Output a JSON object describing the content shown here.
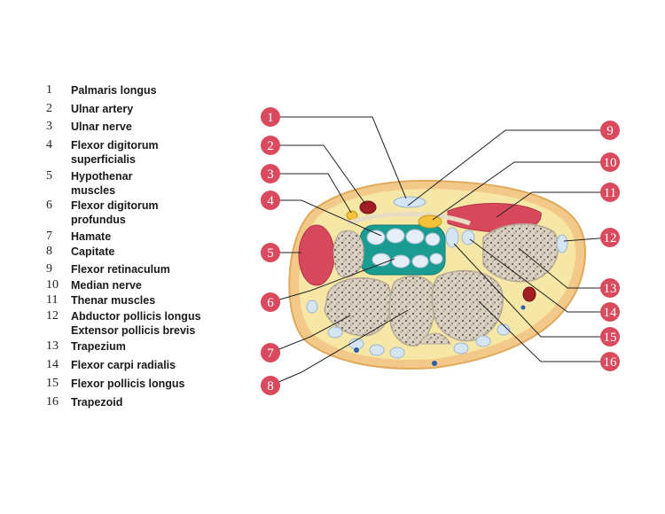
{
  "legend": [
    {
      "num": "1",
      "lines": [
        "Palmaris longus"
      ]
    },
    {
      "num": "2",
      "lines": [
        "Ulnar artery"
      ]
    },
    {
      "num": "3",
      "lines": [
        "Ulnar nerve"
      ]
    },
    {
      "num": "4",
      "lines": [
        "Flexor digitorum",
        "superficialis"
      ]
    },
    {
      "num": "5",
      "lines": [
        "Hypothenar",
        "muscles"
      ]
    },
    {
      "num": "6",
      "lines": [
        "Flexor digitorum",
        "profundus"
      ]
    },
    {
      "num": "7",
      "lines": [
        "Hamate"
      ]
    },
    {
      "num": "8",
      "lines": [
        "Capitate"
      ]
    },
    {
      "num": "9",
      "lines": [
        "Flexor retinaculum"
      ]
    },
    {
      "num": "10",
      "lines": [
        "Median nerve"
      ]
    },
    {
      "num": "11",
      "lines": [
        "Thenar muscles"
      ]
    },
    {
      "num": "12",
      "lines": [
        "Abductor pollicis longus",
        "Extensor pollicis brevis"
      ]
    },
    {
      "num": "13",
      "lines": [
        "Trapezium"
      ]
    },
    {
      "num": "14",
      "lines": [
        "Flexor carpi radialis"
      ]
    },
    {
      "num": "15",
      "lines": [
        "Flexor pollicis longus"
      ]
    },
    {
      "num": "16",
      "lines": [
        "Trapezoid"
      ]
    }
  ],
  "markers": [
    "1",
    "2",
    "3",
    "4",
    "5",
    "6",
    "7",
    "8",
    "9",
    "10",
    "11",
    "12",
    "13",
    "14",
    "15",
    "16"
  ],
  "colors": {
    "marker": "#d94a5e",
    "muscle": "#d8485d",
    "bone": "#d8cfc0",
    "tendon_sheath": "#1a9c93",
    "nerve": "#f2c33a",
    "fat": "#f6e7a6",
    "skin": "#f3c98a",
    "artery": "#a11d23"
  }
}
